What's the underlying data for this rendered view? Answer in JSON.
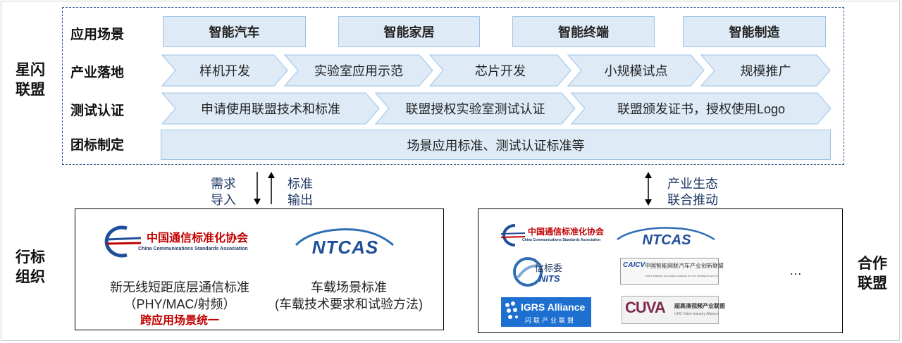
{
  "left_labels": {
    "xingshan": "星闪\n联盟",
    "hangbiao": "行标\n组织",
    "hezuo": "合作\n联盟"
  },
  "rows": {
    "scenarios_label": "应用场景",
    "industry_label": "产业落地",
    "testing_label": "测试认证",
    "standard_label": "团标制定"
  },
  "scenarios": [
    "智能汽车",
    "智能家居",
    "智能终端",
    "智能制造"
  ],
  "industry_steps": [
    "样机开发",
    "实验室应用示范",
    "芯片开发",
    "小规模试点",
    "规模推广"
  ],
  "testing_steps": [
    "申请使用联盟技术和标准",
    "联盟授权实验室测试认证",
    "联盟颁发证书，授权使用Logo"
  ],
  "standard_text": "场景应用标准、测试认证标准等",
  "arrows": {
    "left_down": "需求\n导入",
    "left_up": "标准\n输出",
    "right": "产业生态\n联合推动"
  },
  "industry_box": {
    "ccsa_cn": "中国通信标准化协会",
    "ccsa_en": "China Communications Standards Association",
    "ntcas": "NTCAS",
    "caption_left_1": "新无线短距底层通信标准",
    "caption_left_2": "（PHY/MAC/射频）",
    "caption_left_red": "跨应用场景统一",
    "caption_right_1": "车载场景标准",
    "caption_right_2": "(车载技术要求和试验方法)"
  },
  "partner_box": {
    "ccsa_cn": "中国通信标准化协会",
    "ccsa_en": "China Communications Standards Association",
    "ntcas": "NTCAS",
    "nits_cn": "信标委",
    "nits_en": "NITS",
    "caicv_cn": "中国智能网联汽车产业创新联盟",
    "caicv_en": "China Industry Innovation Alliance for the Intelligent and Connected Vehicles",
    "caicv_logo": "CAICV",
    "igrs": "IGRS Alliance",
    "igrs_cn": "闪联产业联盟",
    "cuva_logo": "CUVA",
    "cuva_cn": "超高清视频产业联盟",
    "cuva_en": "UHD Video Industry Alliance",
    "more": "…"
  },
  "colors": {
    "light_blue": "#deebf7",
    "border_blue": "#9dc3e6",
    "dark_blue": "#1f3864",
    "red": "#c00000"
  }
}
